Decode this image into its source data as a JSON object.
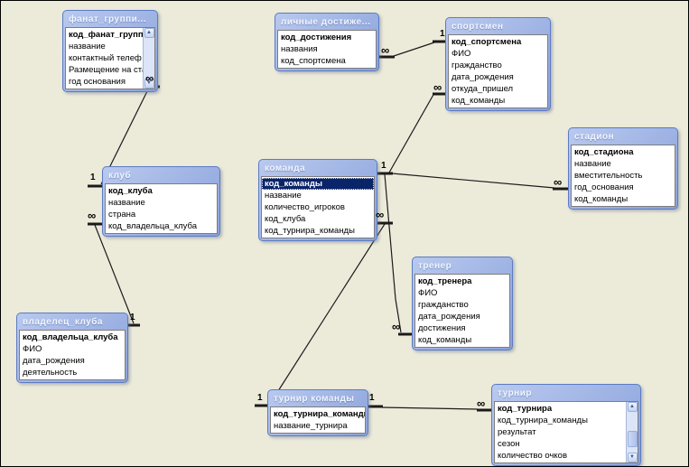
{
  "app": {
    "title": "Схема данных — спортивная база данных"
  },
  "colors": {
    "canvas_bg": "#ECEBDA",
    "table_border": "#5C7BC4",
    "title_gradient_start": "#6585D2",
    "title_gradient_end": "#93ACDF",
    "title_text": "#F2F6FF",
    "selected_row_bg": "#0A246A",
    "selected_row_text": "#FFFFFF",
    "line": "#1A1A1A"
  },
  "cardinality": {
    "one": "1",
    "many": "∞"
  },
  "tables": {
    "fan_group": {
      "title": "фанат_группи...",
      "fields": [
        "код_фанат_групп",
        "название",
        "контактный телеф",
        "Размещение на ста",
        "год основания"
      ],
      "has_scrollbar": true
    },
    "personal_achievements": {
      "title": "личные достиже...",
      "fields": [
        "код_достижения",
        "названия",
        "код_спортсмена"
      ]
    },
    "athlete": {
      "title": "спортсмен",
      "fields": [
        "код_спортсмена",
        "ФИО",
        "гражданство",
        "дата_рождения",
        "откуда_пришел",
        "код_команды"
      ]
    },
    "stadium": {
      "title": "стадион",
      "fields": [
        "код_стадиона",
        "название",
        "вместительность",
        "год_основания",
        "код_команды"
      ]
    },
    "club": {
      "title": "клуб",
      "fields": [
        "код_клуба",
        "название",
        "страна",
        "код_владельца_клуба"
      ]
    },
    "team": {
      "title": "команда",
      "fields": [
        "код_команды",
        "название",
        "количество_игроков",
        "код_клуба",
        "код_турнира_команды"
      ],
      "selected_field": "код_команды"
    },
    "coach": {
      "title": "тренер",
      "fields": [
        "код_тренера",
        "ФИО",
        "гражданство",
        "дата_рождения",
        "достижения",
        "код_команды"
      ]
    },
    "club_owner": {
      "title": "владелец_клуба",
      "fields": [
        "код_владельца_клуба",
        "ФИО",
        "дата_рождения",
        "деятельность"
      ]
    },
    "tournament_team": {
      "title": "турнир команды",
      "fields": [
        "код_турнира_команды",
        "название_турнира"
      ]
    },
    "tournament": {
      "title": "турнир",
      "fields": [
        "код_турнира",
        "код_турнира_команды",
        "результат",
        "сезон",
        "количество очков"
      ],
      "has_scrollbar": true
    }
  },
  "connectors": [
    {
      "from": "фанат_группи",
      "to": "клуб",
      "from_card": "∞",
      "to_card": "1"
    },
    {
      "from": "личные достиже",
      "to": "спортсмен",
      "from_card": "∞",
      "to_card": "1"
    },
    {
      "from": "команда",
      "to": "спортсмен",
      "from_card": "1",
      "to_card": "∞"
    },
    {
      "from": "команда",
      "to": "стадион",
      "from_card": "1",
      "to_card": "∞"
    },
    {
      "from": "команда",
      "to": "тренер",
      "from_card": "1",
      "to_card": "∞"
    },
    {
      "from": "турнир команды",
      "to": "команда",
      "from_card": "1",
      "to_card": "∞"
    },
    {
      "from": "турнир команды",
      "to": "турнир",
      "from_card": "1",
      "to_card": "∞"
    },
    {
      "from": "владелец_клуба",
      "to": "клуб",
      "from_card": "1",
      "to_card": "∞"
    }
  ],
  "scrollbar": {
    "up": "▲",
    "down": "▼"
  }
}
